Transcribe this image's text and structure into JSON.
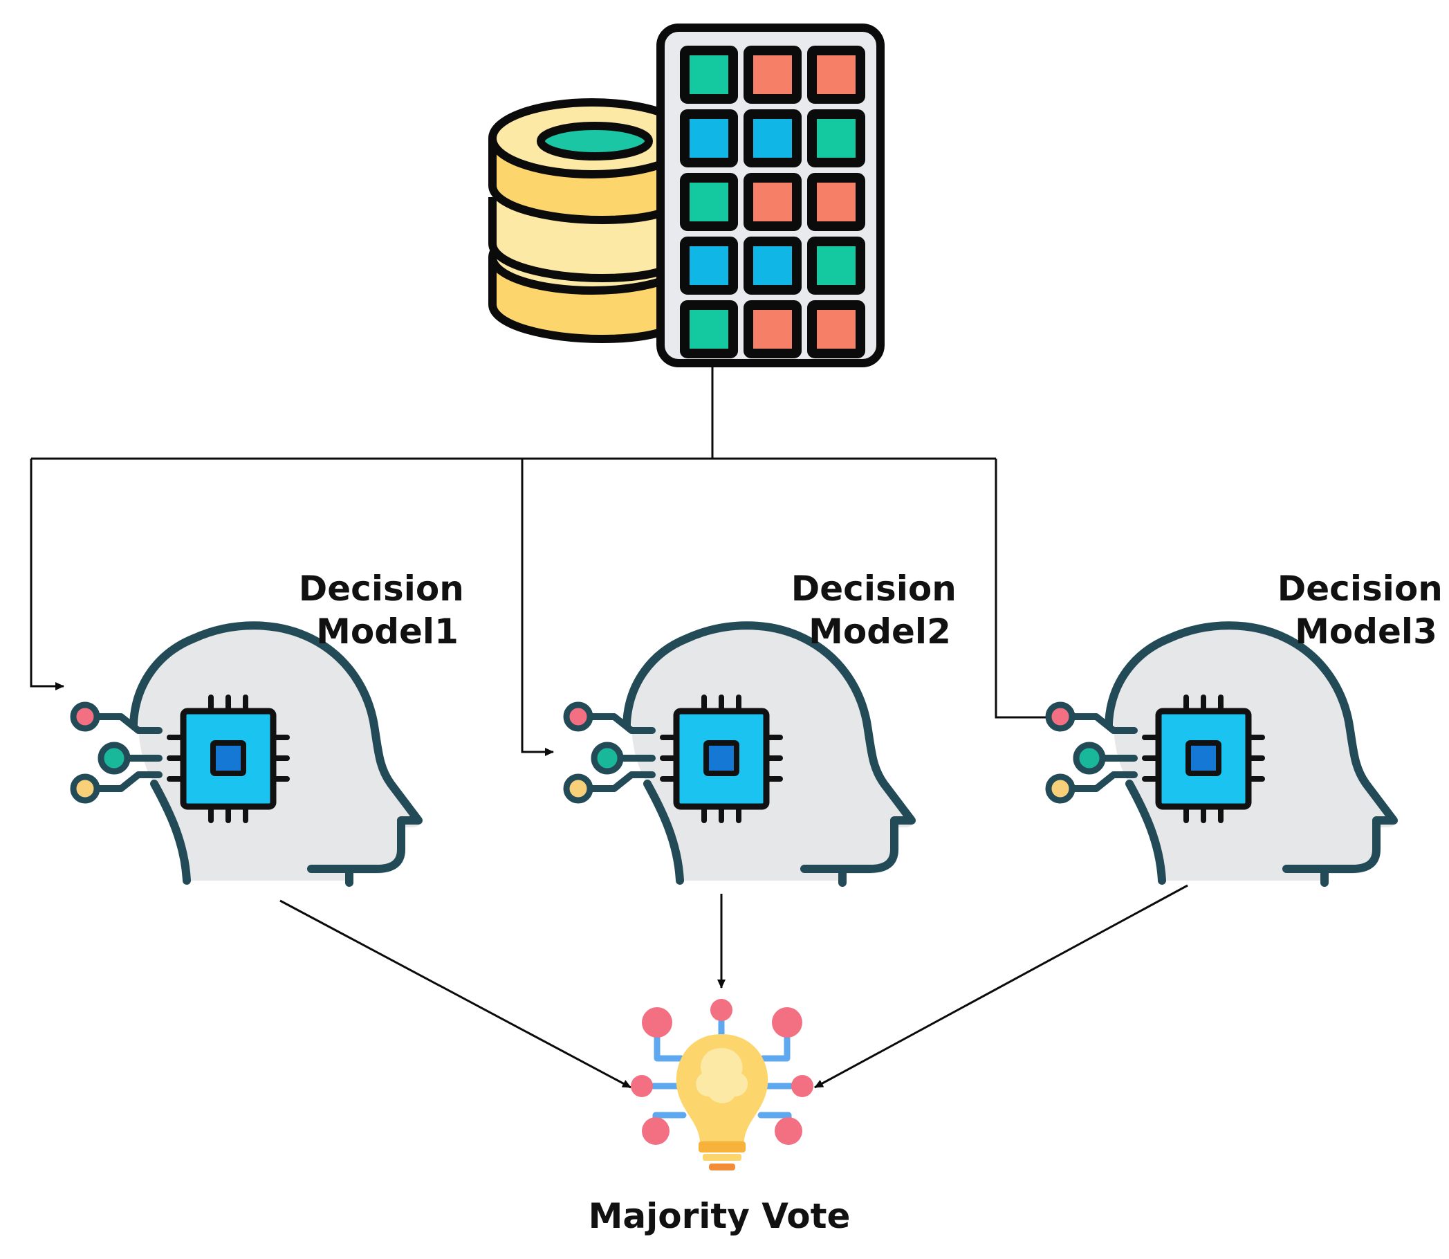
{
  "models": [
    {
      "line1": "Decision",
      "line2": "Model1"
    },
    {
      "line1": "Decision",
      "line2": "Model2"
    },
    {
      "line1": "Decision",
      "line2": "Model3"
    }
  ],
  "output": {
    "label": "Majority Vote"
  },
  "colors": {
    "outline": "#0b0b0b",
    "db_yellow": "#fcd56d",
    "db_yellow_light": "#fde9a6",
    "db_teal": "#1ac6a3",
    "grid_bg": "#e9eaed",
    "cell_teal": "#14c89f",
    "cell_salmon": "#f67f67",
    "cell_blue": "#0fb6e6",
    "head_fill": "#e6e7e9",
    "head_stroke": "#234b57",
    "chip_cyan": "#1ac3f0",
    "chip_core": "#1478d4",
    "node_pink": "#f36f82",
    "node_teal": "#1ab89a",
    "node_yellow": "#f8d07a",
    "bulb_yellow": "#fcd56d",
    "bulb_light": "#fde9a6",
    "bulb_base": "#f7b23b",
    "bulb_wire": "#5ea8f0",
    "bulb_node": "#f36f82"
  }
}
